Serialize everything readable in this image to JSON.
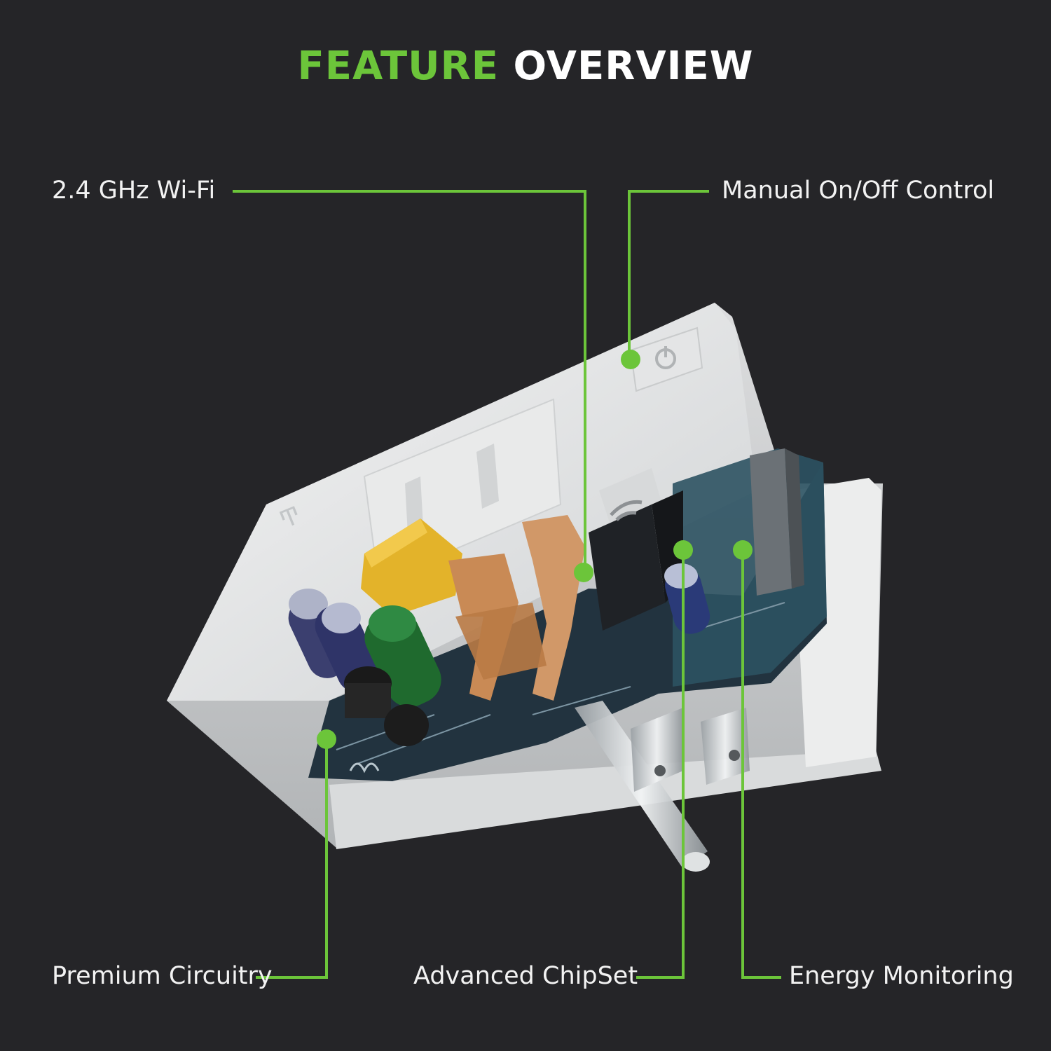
{
  "header": {
    "title_accent": "FEATURE",
    "title_rest": "OVERVIEW"
  },
  "features": {
    "wifi": "2.4 GHz Wi-Fi",
    "manual": "Manual On/Off Control",
    "circuitry": "Premium Circuitry",
    "chipset": "Advanced ChipSet",
    "energy": "Energy Monitoring"
  },
  "colors": {
    "background": "#252528",
    "accent": "#6cc53a",
    "text": "#f2f2f2"
  }
}
